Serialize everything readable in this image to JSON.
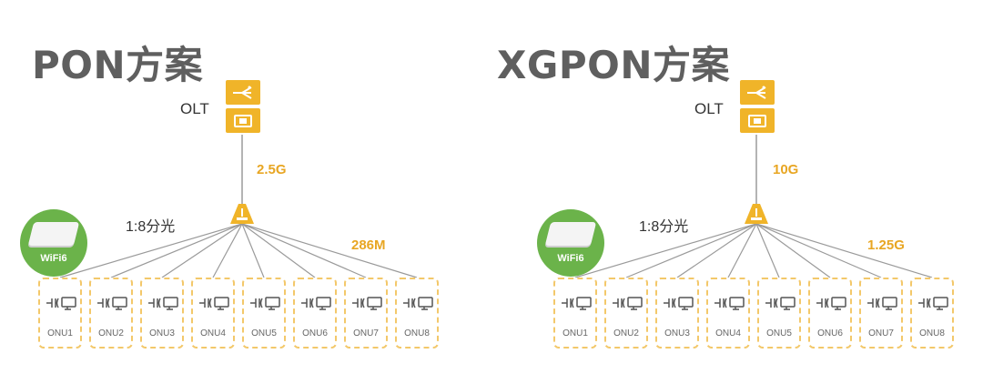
{
  "left": {
    "title": "PON方案",
    "olt_label": "OLT",
    "uplink_speed": "2.5G",
    "split_label": "1:8分光",
    "downlink_speed": "286M",
    "wifi_label": "WiFi6",
    "onus": [
      "ONU1",
      "ONU2",
      "ONU3",
      "ONU4",
      "ONU5",
      "ONU6",
      "ONU7",
      "ONU8"
    ]
  },
  "right": {
    "title": "XGPON方案",
    "olt_label": "OLT",
    "uplink_speed": "10G",
    "split_label": "1:8分光",
    "downlink_speed": "1.25G",
    "wifi_label": "WiFi6",
    "onus": [
      "ONU1",
      "ONU2",
      "ONU3",
      "ONU4",
      "ONU5",
      "ONU6",
      "ONU7",
      "ONU8"
    ]
  },
  "colors": {
    "accent": "#f0b429",
    "speed_text": "#e8a623",
    "wifi_bg": "#6bb34a",
    "title_text": "#5f5f5f",
    "line": "#9a9a9a"
  },
  "icons": {
    "olt_top": "network-split-icon",
    "olt_bottom": "device-port-icon",
    "splitter": "optical-splitter-icon",
    "onu": "onu-device-icon",
    "wifi": "wifi-access-point-icon"
  }
}
